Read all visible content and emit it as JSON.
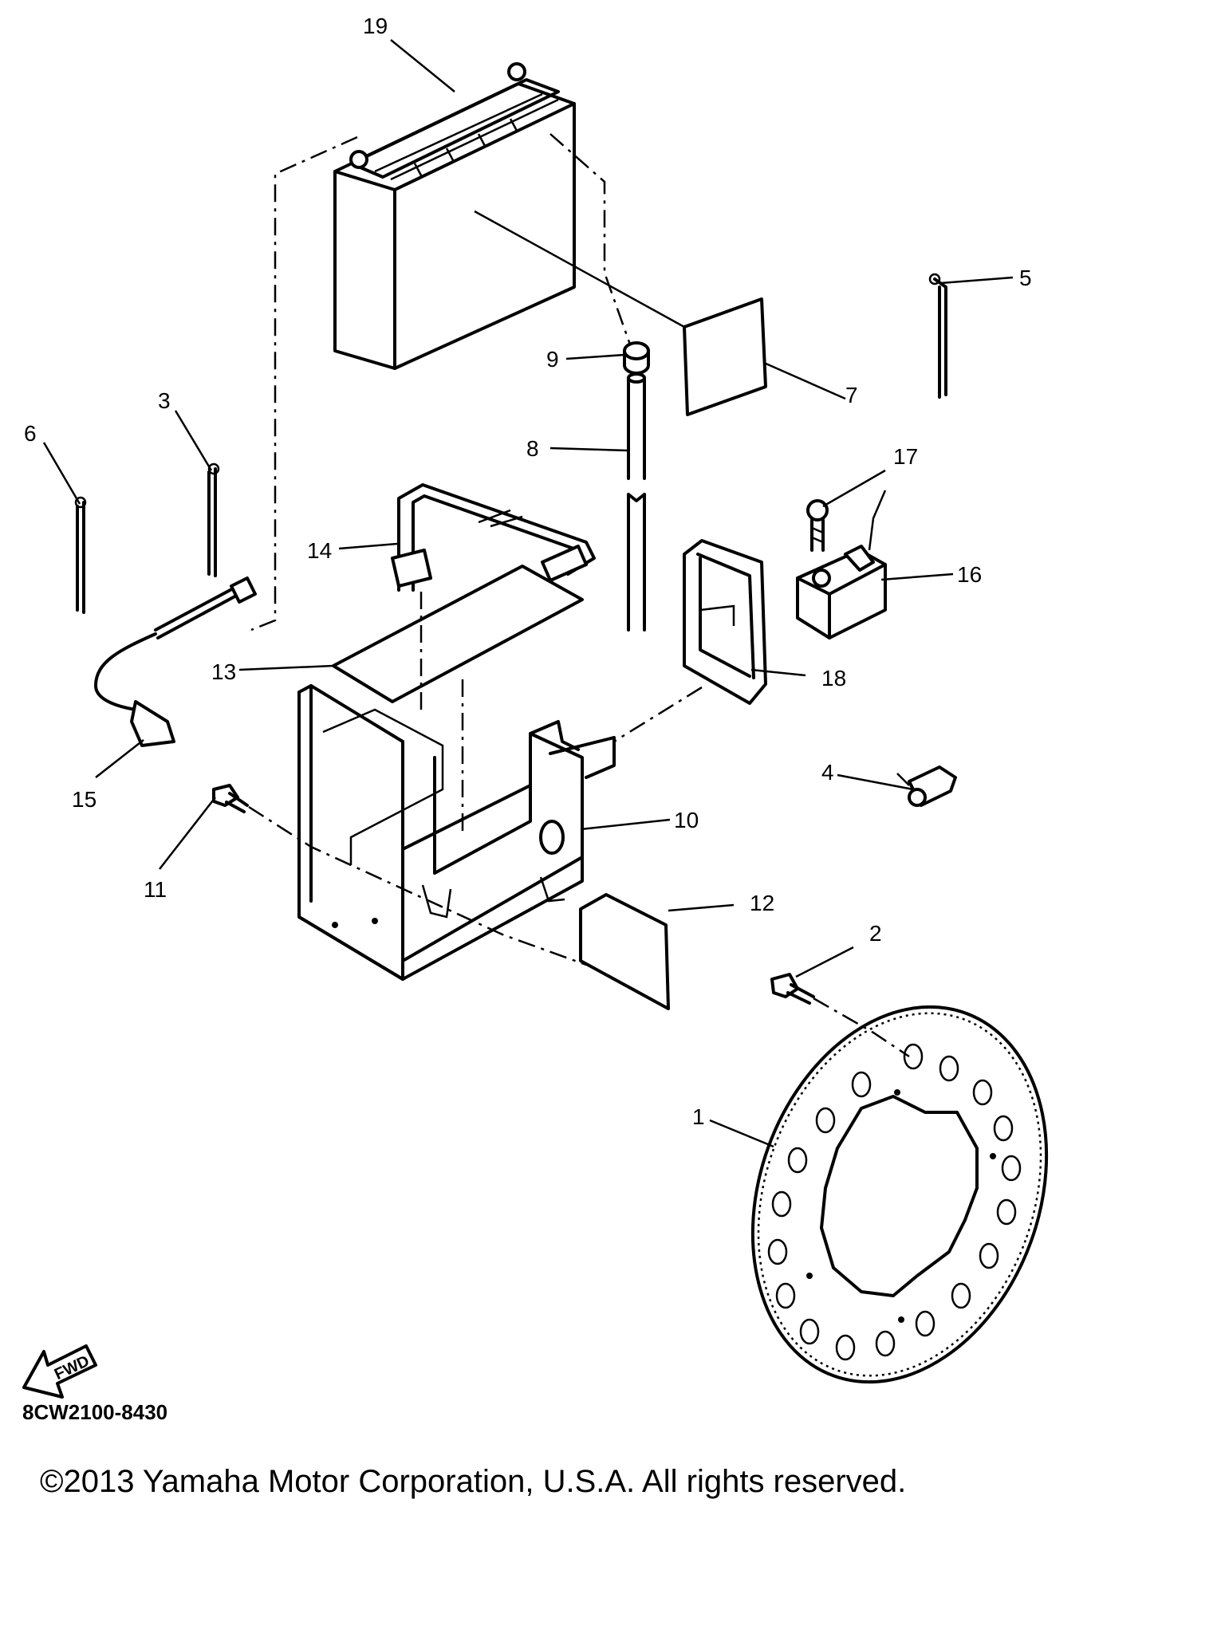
{
  "callouts": {
    "c1": "1",
    "c2": "2",
    "c3": "3",
    "c4": "4",
    "c5": "5",
    "c6": "6",
    "c7": "7",
    "c8": "8",
    "c9": "9",
    "c10": "10",
    "c11": "11",
    "c12": "12",
    "c13": "13",
    "c14": "14",
    "c15": "15",
    "c16": "16",
    "c17": "17",
    "c18": "18",
    "c19": "19"
  },
  "fwd_badge": "FWD",
  "drawing_code": "8CW2100-8430",
  "copyright": "©2013 Yamaha Motor Corporation, U.S.A. All rights reserved."
}
